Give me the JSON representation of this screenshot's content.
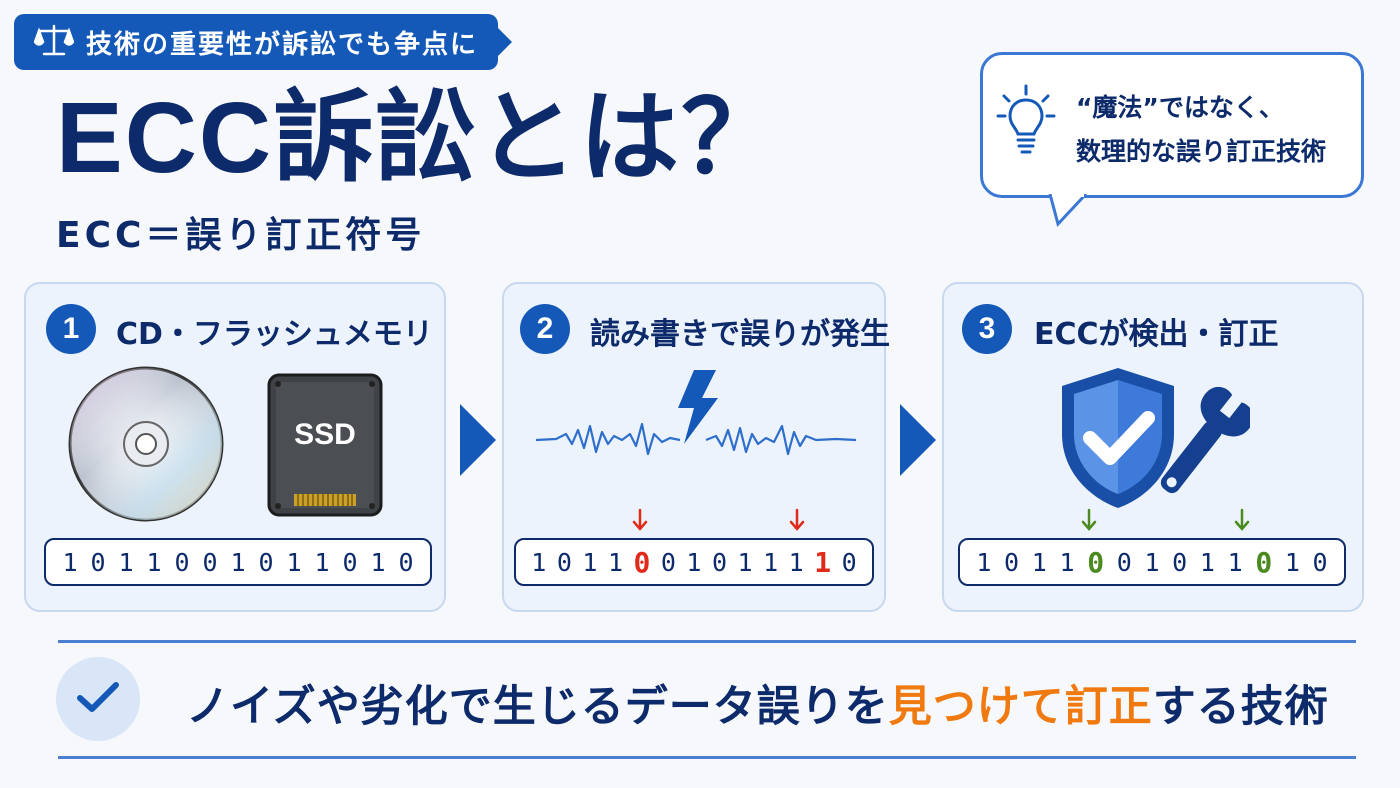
{
  "header": {
    "tag": "技術の重要性が訴訟でも争点に",
    "title": "ECC訴訟とは？",
    "subtitle": "ECC＝誤り訂正符号"
  },
  "bubble": {
    "line1": "“魔法”ではなく、",
    "line2": "数理的な誤り訂正技術"
  },
  "steps": [
    {
      "number": "1",
      "title": "CD・フラッシュメモリ",
      "media_label": "SSD",
      "bits": [
        "1",
        "0",
        "1",
        "1",
        "0",
        "0",
        "1",
        "0",
        "1",
        "1",
        "0",
        "1",
        "0"
      ]
    },
    {
      "number": "2",
      "title": "読み書きで誤りが発生",
      "bits": [
        "1",
        "0",
        "1",
        "1",
        "0",
        "0",
        "1",
        "0",
        "1",
        "1",
        "1",
        "1",
        "0"
      ],
      "highlight_indices": [
        4,
        11
      ]
    },
    {
      "number": "3",
      "title": "ECCが検出・訂正",
      "bits": [
        "1",
        "0",
        "1",
        "1",
        "0",
        "0",
        "1",
        "0",
        "1",
        "1",
        "0",
        "1",
        "0"
      ],
      "highlight_indices": [
        4,
        10
      ]
    }
  ],
  "summary": {
    "before": "ノイズや劣化で生じるデータ誤りを",
    "highlight": "見つけて訂正",
    "after": "する技術"
  },
  "colors": {
    "primary": "#1559b8",
    "navy": "#0d2a6b",
    "error": "#e02a1a",
    "fixed": "#4a8a1f",
    "accent": "#f07a10"
  },
  "icons": [
    "scales-icon",
    "lightbulb-icon",
    "cd-icon",
    "ssd-icon",
    "lightning-icon",
    "waveform-icon",
    "shield-check-icon",
    "wrench-icon",
    "check-icon",
    "down-arrow-icon"
  ]
}
